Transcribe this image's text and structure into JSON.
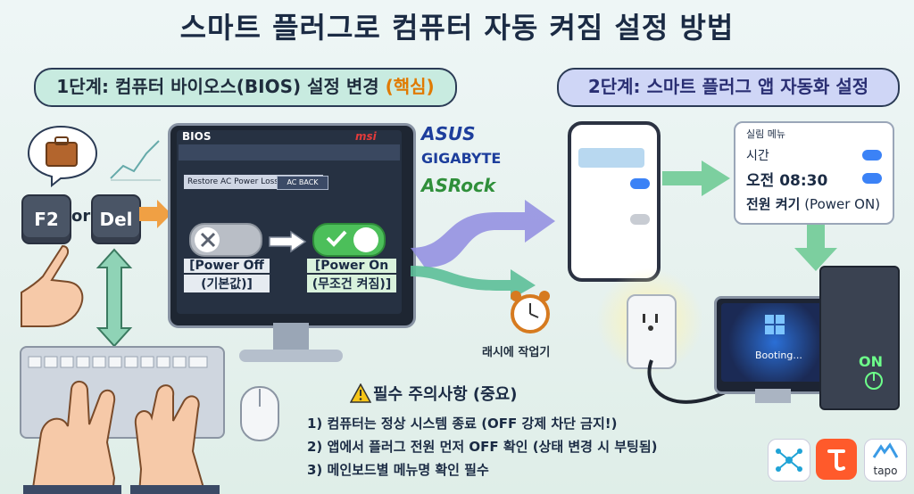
{
  "title": "스마트 플러그로 컴퓨터 자동 켜짐 설정 방법",
  "step1": {
    "label_main": "1단계: 컴퓨터 바이오스(BIOS) 설정 변경",
    "label_hl": "(핵심)"
  },
  "step2": {
    "label": "2단계: 스마트 플러그 앱 자동화 설정"
  },
  "keys": {
    "key1": "F2",
    "or": "or",
    "key2": "Del"
  },
  "bios": {
    "title": "BIOS",
    "brand": "msi",
    "row_label": "Restore AC Power Loss",
    "row_value": "AC BACK",
    "off_label": "[Power Off",
    "off_sub": "(기본값)]",
    "on_label": "[Power On",
    "on_sub": "(무조건 켜짐)]"
  },
  "brands": {
    "asus": "ASUS",
    "gigabyte": "GIGABYTE",
    "asrock": "ASRock"
  },
  "clock_label": "래시에 작업기",
  "menu_card": {
    "header": "실림 메뉴",
    "row1": "시간",
    "row2": "오전 08:30",
    "row3_bold": "전원 켜기",
    "row3_rest": " (Power ON)"
  },
  "booting": "Booting...",
  "tower_on": "ON",
  "warnings": {
    "title": "필수 주의사항 (중요)",
    "items": [
      "1) 컴퓨터는 정상 시스템 종료 (OFF 강제 차단 금지!)",
      "2) 앱에서 플러그 전원 먼저 OFF 확인 (상태 변경 시 부팅됨)",
      "3) 메인보드별 메뉴명 확인 필수"
    ]
  },
  "apps": {
    "tapo": "tapo"
  },
  "colors": {
    "accent_orange": "#e07a00",
    "toggle_on": "#4cbf5a",
    "step2_bg": "#cfd6f6",
    "step1_bg": "#c8ebe0"
  }
}
